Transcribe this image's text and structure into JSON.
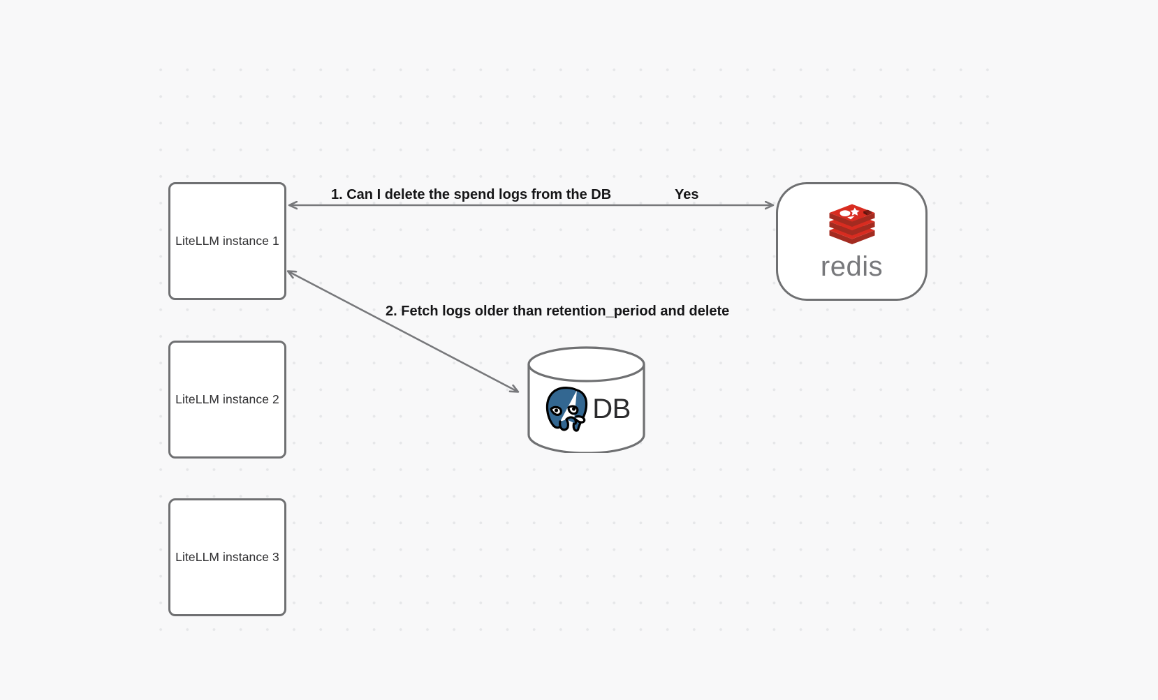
{
  "canvas": {
    "background_color": "#f8f8f9",
    "dot_color": "#e6e7e9",
    "grid_spacing": 38
  },
  "nodes": [
    {
      "id": "litellm-1",
      "label": "LiteLLM instance 1",
      "shape": "rounded-rect",
      "border_color": "#6f7072",
      "fill": "#ffffff"
    },
    {
      "id": "litellm-2",
      "label": "LiteLLM instance 2",
      "shape": "rounded-rect",
      "border_color": "#6f7072",
      "fill": "#ffffff"
    },
    {
      "id": "litellm-3",
      "label": "LiteLLM instance 3",
      "shape": "rounded-rect",
      "border_color": "#6f7072",
      "fill": "#ffffff"
    },
    {
      "id": "redis",
      "label": "redis",
      "shape": "stadium",
      "logo": "redis-logo",
      "logo_color": "#d82c20",
      "wordmark_color": "#77787b"
    },
    {
      "id": "db",
      "label": "DB",
      "shape": "cylinder",
      "logo": "postgresql-elephant-icon",
      "logo_color": "#336791"
    }
  ],
  "edges": [
    {
      "id": "edge-1",
      "from": "litellm-1",
      "to": "redis",
      "direction": "bidirectional",
      "labels": [
        "1.  Can I delete the spend logs from the DB",
        "Yes"
      ],
      "color": "#77787b"
    },
    {
      "id": "edge-2",
      "from": "db",
      "to": "litellm-1",
      "direction": "bidirectional",
      "labels": [
        "2.  Fetch logs older than retention_period and delete"
      ],
      "color": "#77787b"
    }
  ],
  "labels": {
    "litellm_1": "LiteLLM instance 1",
    "litellm_2": "LiteLLM instance 2",
    "litellm_3": "LiteLLM instance 3",
    "redis_wordmark": "redis",
    "db_text": "DB",
    "edge1_main": "1.  Can I delete the spend logs from the DB",
    "edge1_reply": "Yes",
    "edge2_main": "2.  Fetch logs older than retention_period and delete"
  }
}
